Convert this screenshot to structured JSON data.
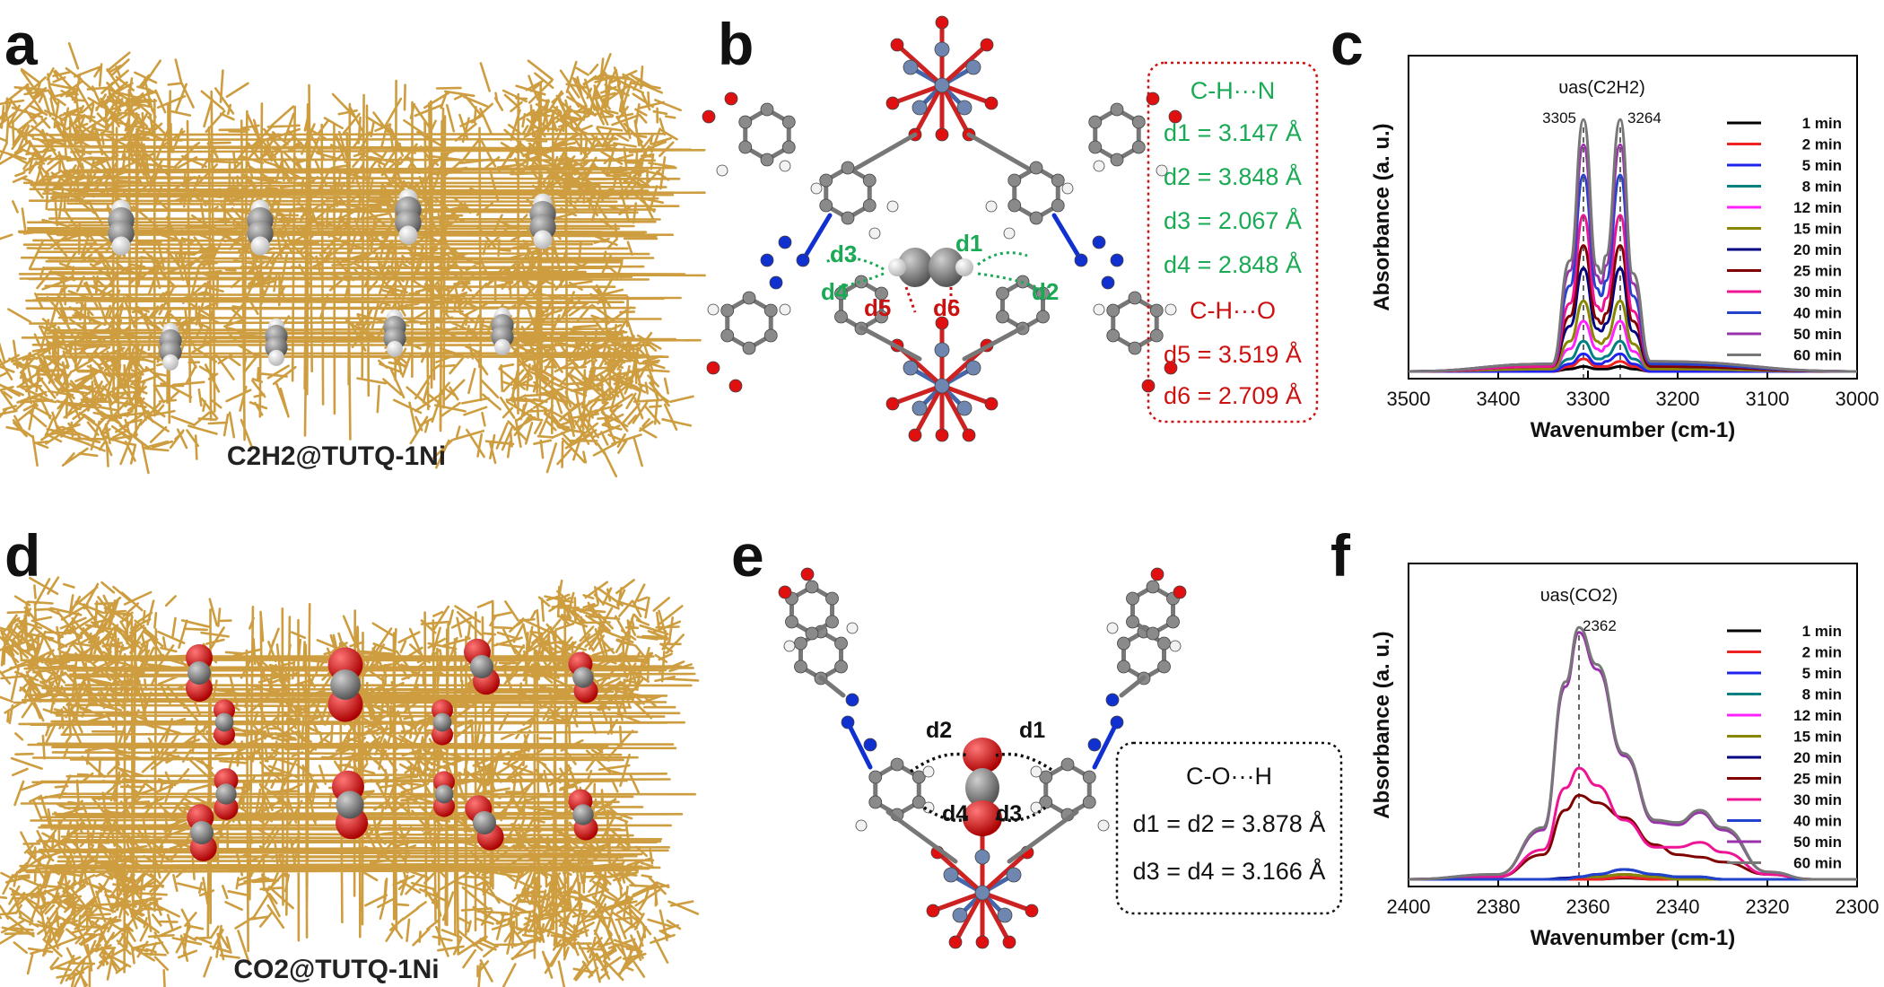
{
  "labels": {
    "a": "a",
    "b": "b",
    "c": "c",
    "d": "d",
    "e": "e",
    "f": "f"
  },
  "captions": {
    "a": "C2H2@TUTQ-1Ni",
    "d": "CO2@TUTQ-1Ni"
  },
  "panel_b": {
    "box_color": "#cc1111",
    "ch_n_title": "C-H···N",
    "ch_n": [
      "d1 = 3.147 Å",
      "d2 = 3.848 Å",
      "d3 = 2.067 Å",
      "d4 = 2.848 Å"
    ],
    "ch_o_title": "C-H···O",
    "ch_o": [
      "d5 = 3.519 Å",
      "d6 = 2.709 Å"
    ],
    "tags_green": [
      "d1",
      "d2",
      "d3",
      "d4"
    ],
    "tags_red": [
      "d5",
      "d6"
    ]
  },
  "panel_e": {
    "title": "C-O···H",
    "lines": [
      "d1 = d2 = 3.878 Å",
      "d3 = d4 = 3.166 Å"
    ],
    "tags": [
      "d1",
      "d2",
      "d3",
      "d4"
    ]
  },
  "colors": {
    "framework": "#c8922a",
    "carbon": "#7a7a7a",
    "hydrogen": "#e8e8e8",
    "oxygen": "#e01010",
    "nitrogen": "#1030d0",
    "nickel": "#6f86b0",
    "green": "#1aaa55",
    "red": "#cc1111"
  },
  "chart_data": [
    {
      "panel": "c",
      "type": "line",
      "title": "",
      "xlabel": "Wavenumber (cm-1)",
      "ylabel": "Absorbance (a. u.)",
      "xlim": [
        3500,
        3000
      ],
      "xticks": [
        3500,
        3400,
        3300,
        3200,
        3100,
        3000
      ],
      "annotation": "υas(C2H2)",
      "peaks": [
        3305,
        3264
      ],
      "x": [
        3500,
        3340,
        3320,
        3305,
        3290,
        3285,
        3280,
        3264,
        3250,
        3230,
        3000
      ],
      "series": [
        {
          "name": "1 min",
          "color": "#000000",
          "values": [
            0.0,
            0.0,
            0.01,
            0.02,
            0.01,
            0.01,
            0.01,
            0.02,
            0.01,
            0.0,
            0.0
          ]
        },
        {
          "name": "2 min",
          "color": "#ee2222",
          "values": [
            0.0,
            0.0,
            0.02,
            0.05,
            0.02,
            0.02,
            0.02,
            0.04,
            0.02,
            0.0,
            0.0
          ]
        },
        {
          "name": "5 min",
          "color": "#2222ee",
          "values": [
            0.0,
            0.0,
            0.03,
            0.07,
            0.03,
            0.03,
            0.04,
            0.07,
            0.03,
            0.0,
            0.0
          ]
        },
        {
          "name": "8 min",
          "color": "#008080",
          "values": [
            0.0,
            0.01,
            0.05,
            0.12,
            0.05,
            0.05,
            0.06,
            0.12,
            0.05,
            0.01,
            0.0
          ]
        },
        {
          "name": "12 min",
          "color": "#ff22ff",
          "values": [
            0.0,
            0.01,
            0.09,
            0.2,
            0.09,
            0.08,
            0.1,
            0.2,
            0.08,
            0.01,
            0.0
          ]
        },
        {
          "name": "15 min",
          "color": "#888800",
          "values": [
            0.0,
            0.01,
            0.12,
            0.28,
            0.12,
            0.11,
            0.13,
            0.28,
            0.11,
            0.01,
            0.0
          ]
        },
        {
          "name": "20 min",
          "color": "#000080",
          "values": [
            0.0,
            0.02,
            0.18,
            0.41,
            0.17,
            0.16,
            0.19,
            0.41,
            0.16,
            0.02,
            0.0
          ]
        },
        {
          "name": "25 min",
          "color": "#800000",
          "values": [
            0.0,
            0.02,
            0.22,
            0.5,
            0.21,
            0.19,
            0.23,
            0.5,
            0.2,
            0.02,
            0.0
          ]
        },
        {
          "name": "30 min",
          "color": "#ee1493",
          "values": [
            0.0,
            0.02,
            0.27,
            0.62,
            0.26,
            0.24,
            0.29,
            0.62,
            0.24,
            0.03,
            0.0
          ]
        },
        {
          "name": "40 min",
          "color": "#2244cc",
          "values": [
            0.0,
            0.03,
            0.34,
            0.78,
            0.33,
            0.3,
            0.36,
            0.78,
            0.3,
            0.03,
            0.0
          ]
        },
        {
          "name": "50 min",
          "color": "#9933aa",
          "values": [
            0.0,
            0.03,
            0.4,
            0.9,
            0.38,
            0.35,
            0.42,
            0.9,
            0.35,
            0.04,
            0.0
          ]
        },
        {
          "name": "60 min",
          "color": "#777777",
          "values": [
            0.0,
            0.03,
            0.44,
            1.0,
            0.42,
            0.39,
            0.46,
            1.0,
            0.39,
            0.04,
            0.0
          ]
        }
      ]
    },
    {
      "panel": "f",
      "type": "line",
      "title": "",
      "xlabel": "Wavenumber (cm-1)",
      "ylabel": "Absorbance (a. u.)",
      "xlim": [
        2400,
        2300
      ],
      "xticks": [
        2400,
        2380,
        2360,
        2340,
        2320,
        2300
      ],
      "annotation": "υas(CO2)",
      "peaks": [
        2362
      ],
      "x": [
        2400,
        2380,
        2370,
        2365,
        2362,
        2358,
        2352,
        2345,
        2340,
        2335,
        2330,
        2320,
        2310,
        2300
      ],
      "series": [
        {
          "name": "1 min",
          "color": "#000000",
          "values": [
            0,
            0,
            0,
            0,
            0,
            0,
            0.005,
            0,
            0,
            0,
            0,
            0,
            0,
            0
          ]
        },
        {
          "name": "2 min",
          "color": "#ee2222",
          "values": [
            0,
            0,
            0,
            0,
            0,
            0,
            0.008,
            0,
            0,
            0,
            0,
            0,
            0,
            0
          ]
        },
        {
          "name": "5 min",
          "color": "#2222ee",
          "values": [
            0,
            0,
            0,
            0,
            0.01,
            0.01,
            0.02,
            0.01,
            0,
            0,
            0,
            0,
            0,
            0
          ]
        },
        {
          "name": "8 min",
          "color": "#008080",
          "values": [
            0,
            0,
            0,
            0,
            0.01,
            0.01,
            0.02,
            0.01,
            0,
            0,
            0,
            0,
            0,
            0
          ]
        },
        {
          "name": "12 min",
          "color": "#ff22ff",
          "values": [
            0,
            0,
            0,
            0,
            0.01,
            0.01,
            0.02,
            0.01,
            0,
            0,
            0,
            0,
            0,
            0
          ]
        },
        {
          "name": "15 min",
          "color": "#888800",
          "values": [
            0,
            0,
            0,
            0,
            0.01,
            0.01,
            0.02,
            0.01,
            0,
            0,
            0,
            0,
            0,
            0
          ]
        },
        {
          "name": "20 min",
          "color": "#000080",
          "values": [
            0,
            0,
            0,
            0.005,
            0.01,
            0.02,
            0.04,
            0.02,
            0.01,
            0.01,
            0,
            0,
            0,
            0
          ]
        },
        {
          "name": "25 min",
          "color": "#800000",
          "values": [
            0,
            0.01,
            0.1,
            0.28,
            0.34,
            0.31,
            0.25,
            0.14,
            0.1,
            0.09,
            0.07,
            0.02,
            0,
            0
          ]
        },
        {
          "name": "30 min",
          "color": "#ee1493",
          "values": [
            0,
            0.01,
            0.12,
            0.37,
            0.45,
            0.38,
            0.24,
            0.13,
            0.13,
            0.15,
            0.11,
            0.02,
            0,
            0
          ]
        },
        {
          "name": "40 min",
          "color": "#2244cc",
          "values": [
            0,
            0,
            0,
            0,
            0.01,
            0.02,
            0.04,
            0.02,
            0.01,
            0.01,
            0,
            0,
            0,
            0
          ]
        },
        {
          "name": "50 min",
          "color": "#9933aa",
          "values": [
            0,
            0.02,
            0.2,
            0.78,
            1.0,
            0.85,
            0.5,
            0.23,
            0.22,
            0.27,
            0.2,
            0.03,
            0,
            0
          ]
        },
        {
          "name": "60 min",
          "color": "#777777",
          "values": [
            0,
            0.02,
            0.21,
            0.8,
            1.02,
            0.87,
            0.51,
            0.24,
            0.23,
            0.28,
            0.21,
            0.03,
            0,
            0
          ]
        }
      ]
    }
  ]
}
